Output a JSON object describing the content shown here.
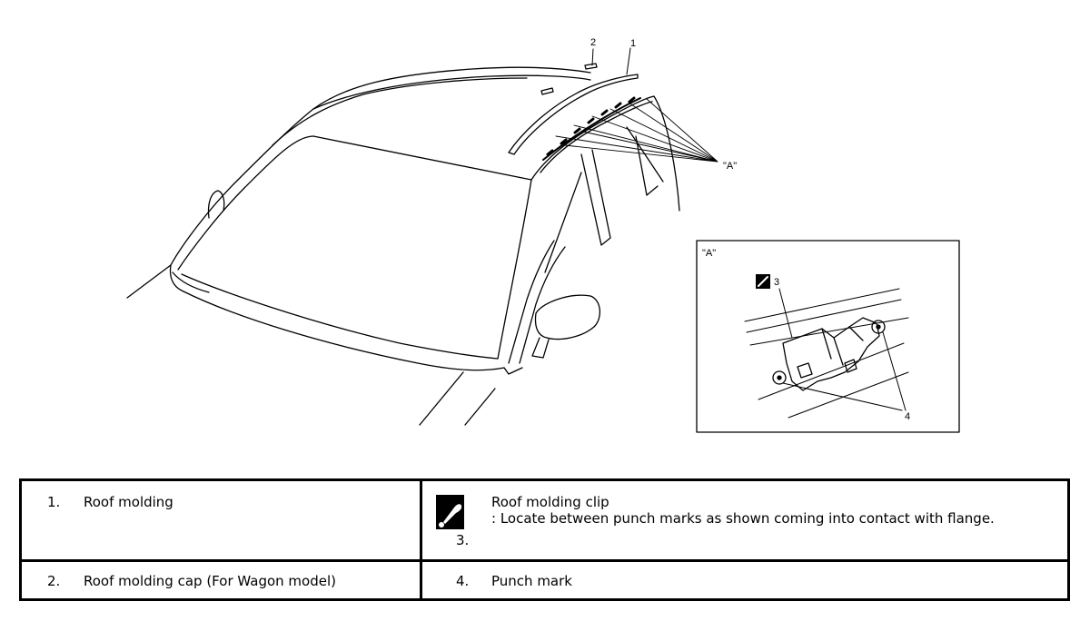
{
  "figure": {
    "callouts": {
      "c1": "1",
      "c2": "2",
      "c3": "3",
      "c4": "4"
    },
    "view_ref": "\"A\"",
    "detail_title": "\"A\""
  },
  "legend": {
    "items": [
      {
        "num": "1.",
        "label": "Roof molding"
      },
      {
        "num": "2.",
        "label": "Roof molding cap (For Wagon model)"
      },
      {
        "num": "3.",
        "label": "Roof molding clip",
        "note": ": Locate between punch marks as shown coming into contact with flange.",
        "icon": "clip-tool-icon"
      },
      {
        "num": "4.",
        "label": "Punch mark"
      }
    ]
  }
}
